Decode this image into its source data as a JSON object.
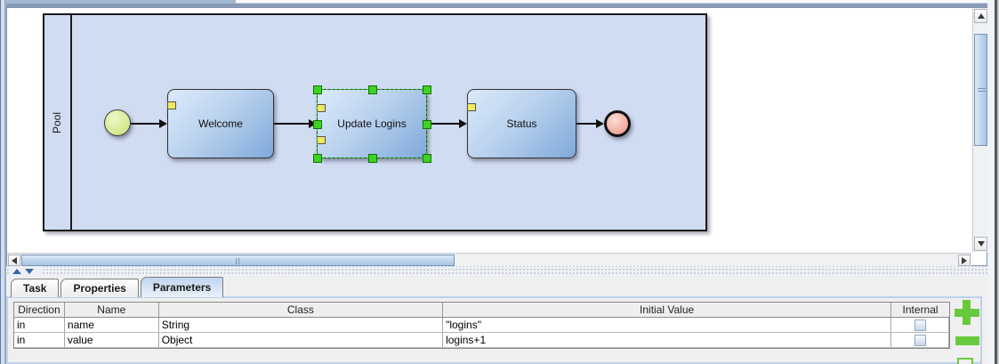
{
  "diagram": {
    "pool_label": "Pool",
    "tasks": [
      {
        "label": "Welcome",
        "selected": false
      },
      {
        "label": "Update Logins",
        "selected": true
      },
      {
        "label": "Status",
        "selected": false
      }
    ],
    "events": [
      {
        "name": "start-event"
      },
      {
        "name": "end-event"
      }
    ]
  },
  "tabs": [
    {
      "label": "Task",
      "selected": false
    },
    {
      "label": "Properties",
      "selected": false
    },
    {
      "label": "Parameters",
      "selected": true
    }
  ],
  "parameters_table": {
    "columns": [
      "Direction",
      "Name",
      "Class",
      "Initial Value",
      "Internal"
    ],
    "rows": [
      {
        "direction": "in",
        "name": "name",
        "class": "String",
        "initial_value": "\"logins\"",
        "internal_checked": false
      },
      {
        "direction": "in",
        "name": "value",
        "class": "Object",
        "initial_value": "logins+1",
        "internal_checked": false
      }
    ]
  },
  "toolbar": {
    "add_action": "add-parameter",
    "remove_action": "remove-parameter"
  },
  "colors": {
    "selection_green": "#1EC41E",
    "handle_green": "#3BD41E",
    "button_green": "#69C93C",
    "pool_fill": "#D0DCF2",
    "task_gradient_start": "#DCEAFA",
    "task_gradient_end": "#7FA9DA",
    "start_event_fill": "#D9EC98",
    "end_event_fill": "#F5B3AA",
    "marker_yellow": "#EFE95E"
  }
}
